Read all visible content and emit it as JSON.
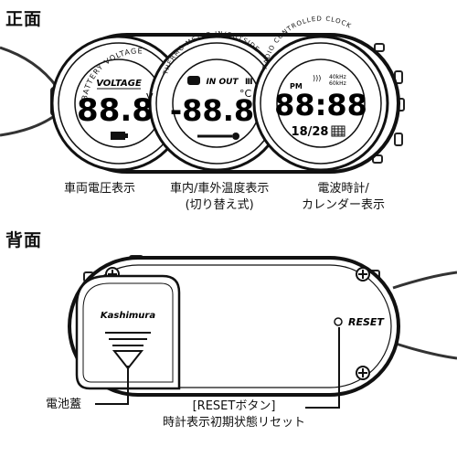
{
  "front": {
    "title": "正面",
    "gauges": {
      "battery": {
        "ring": "BATTERY VOLTAGE",
        "label": "VOLTAGE",
        "value": "88.8",
        "unit": "V"
      },
      "thermo": {
        "ring": "THERMO METER IN/OUTSIDE",
        "label": "IN OUT",
        "value": "-88.8",
        "unit": "°C"
      },
      "clock": {
        "ring": "RADIO CONTROLLED CLOCK",
        "ampm": "PM",
        "signal_1": "40kHz",
        "signal_2": "60kHz",
        "time": "88:88",
        "date": "18/28"
      }
    },
    "captions": {
      "battery": "車両電圧表示",
      "thermo_1": "車内/車外温度表示",
      "thermo_2": "(切り替え式)",
      "clock_1": "電波時計/",
      "clock_2": "カレンダー表示"
    }
  },
  "back": {
    "title": "背面",
    "brand": "Kashimura",
    "reset_label": "RESET",
    "battery_cover_label": "電池蓋",
    "reset_button_label_1": "[RESETボタン]",
    "reset_button_label_2": "時計表示初期状態リセット"
  }
}
